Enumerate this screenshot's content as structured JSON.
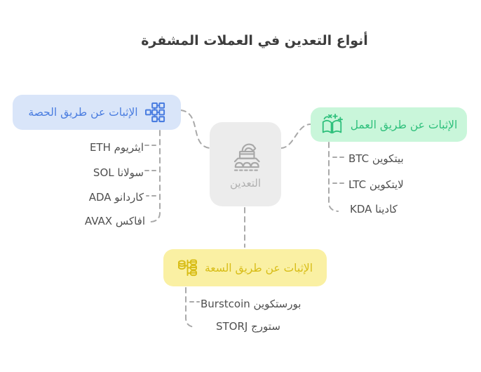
{
  "title": "أنواع التعدين في العملات المشفرة",
  "center": {
    "label": "التعدين",
    "icon": "excavator-icon",
    "bg": "#ececec",
    "color": "#b0b0b0"
  },
  "branches": {
    "stake": {
      "label": "الإثبات عن طريق الحصة",
      "icon": "sitemap-icon",
      "bg": "#d9e5f9",
      "color": "#4a7de0",
      "items": [
        "ايثريوم ETH",
        "سولانا SOL",
        "كاردانو ADA",
        "افاكس AVAX"
      ]
    },
    "work": {
      "label": "الإثبات عن طريق العمل",
      "icon": "open-book-icon",
      "bg": "#c9f6da",
      "color": "#2fc07c",
      "items": [
        "بيتكوين BTC",
        "لايتكوين LTC",
        "كادينا KDA"
      ]
    },
    "capacity": {
      "label": "الإثبات عن طريق السعة",
      "icon": "database-cluster-icon",
      "bg": "#faf0a3",
      "color": "#d8bd17",
      "items": [
        "بورستكوين Burstcoin",
        "ستورج STORJ"
      ]
    }
  },
  "connector_color": "#a9a9a9",
  "item_text_color": "#4f4f4f"
}
